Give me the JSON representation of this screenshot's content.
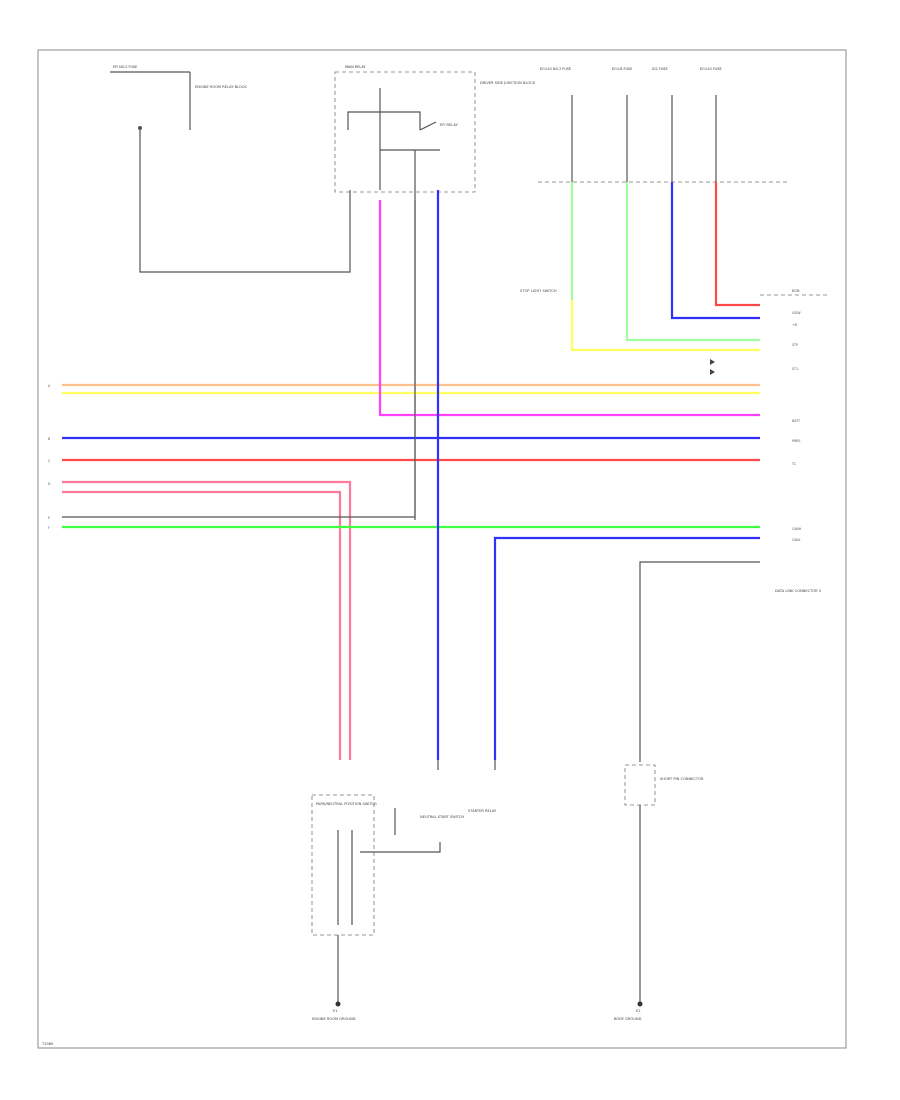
{
  "diagram": {
    "page_code": "T2080",
    "labels": {
      "top_fuse_a": "EFI NO.2 FUSE",
      "top_fuse_b": "MAIN RELAY",
      "top_fuse_c": "ECU-IG NO.2 FUSE",
      "top_fuse_d": "ECU-B FUSE",
      "top_fuse_e": "IG2 FUSE",
      "top_fuse_f": "ECU-IG FUSE",
      "top_note_a": "ENGINE ROOM RELAY BLOCK",
      "top_note_b": "DRIVER SIDE JUNCTION BLOCK",
      "relay_label": "EFI RELAY",
      "mid_left_connector": "STOP LIGHT SWITCH",
      "right_block_header": "ECM",
      "right_pin_1": "IGSW",
      "right_pin_2": "+B",
      "right_pin_3": "STP",
      "right_pin_4": "ST1-",
      "right_pin_5": "BATT",
      "right_pin_6": "MREL",
      "right_pin_7": "TC",
      "right_pin_8": "CANH",
      "right_pin_9": "CANL",
      "right_note": "DATA LINK CONNECTOR 3",
      "bottom_left_a": "PARK/NEUTRAL POSITION SWITCH",
      "bottom_left_b": "ENGINE ROOM GROUND",
      "bottom_mid": "NEUTRAL START SWITCH",
      "bottom_mid_b": "STARTER RELAY",
      "bottom_right_a": "BODY GROUND",
      "bottom_right_b": "SHORT PIN CONNECTOR",
      "left_stub_1": "A",
      "left_stub_2": "B",
      "left_stub_3": "C",
      "left_stub_4": "D",
      "left_stub_5": "E",
      "left_stub_6": "F",
      "ground_1": "E1",
      "ground_2": "E2"
    },
    "wire_colors": {
      "orange": "#ffc08a",
      "yellow": "#ffff60",
      "magenta": "#ff40ff",
      "blue": "#3030ff",
      "red": "#ff4a4a",
      "pink": "#ff7a9a",
      "green": "#40ff40",
      "light_green": "#a0ffa0",
      "dark": "#555555",
      "gray": "#888888"
    }
  }
}
